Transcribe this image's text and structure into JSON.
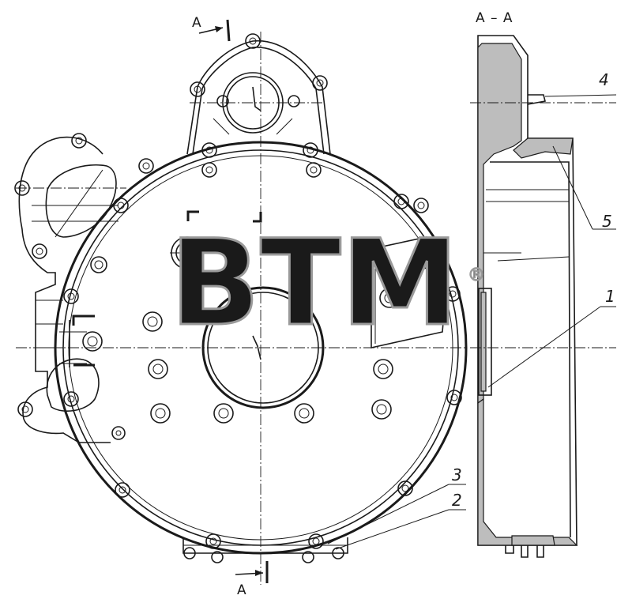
{
  "section_marks": {
    "top": "A",
    "bottom": "A",
    "section_title": "A – A"
  },
  "callouts": [
    {
      "id": "1",
      "label": "1"
    },
    {
      "id": "2",
      "label": "2"
    },
    {
      "id": "3",
      "label": "3"
    },
    {
      "id": "4",
      "label": "4"
    },
    {
      "id": "5",
      "label": "5"
    }
  ],
  "watermark": {
    "text": "BTM",
    "registered": "®"
  }
}
